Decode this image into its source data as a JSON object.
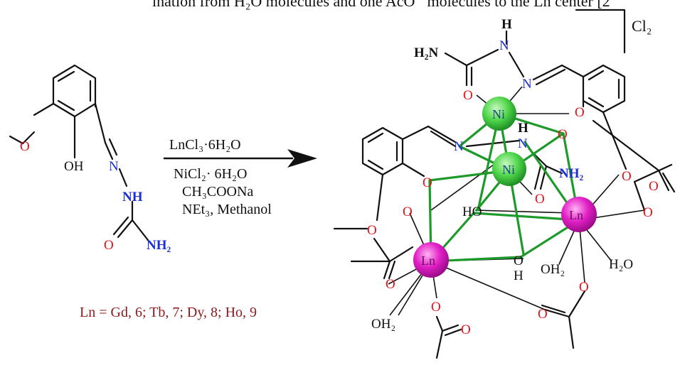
{
  "header_fragment": "ination from H₂O molecules and one AcO⁻ molecules to the Ln center [2",
  "reagents": {
    "line1": "LnCl₃·6H₂O",
    "line2": "NiCl₂· 6H₂O",
    "line3": "CH₃COONa",
    "line4": "NEt₃, Methanol"
  },
  "legend": "Ln = Gd, 6; Tb, 7; Dy, 8; Ho, 9",
  "counter_ion": "Cl₂",
  "ligand_labels": {
    "o_methoxy": "O",
    "oh": "OH",
    "n_imine": "N",
    "nh": "NH",
    "o_carbonyl": "O",
    "nh2": "NH₂"
  },
  "product_labels": {
    "nh2_top": "H₂N",
    "nh_top_n": "N",
    "nh_top_h": "H",
    "n_top": "N",
    "o_top_carbonyl": "O",
    "ni1": "Ni",
    "ni2": "Ni",
    "ln1": "Ln",
    "ln2": "Ln",
    "o_phenol_top": "O",
    "o_mu": "O",
    "n_mid1": "N",
    "n_mid2": "N",
    "h_mid": "H",
    "nh2_mid": "NH₂",
    "o_mid_carbonyl": "O",
    "o_phenol_left": "O",
    "o_left_ac": "O",
    "o_left_methoxy": "O",
    "ho_1": "HO",
    "oh_bottom_o": "O",
    "oh_bottom_h": "H",
    "o_right_methoxy": "O",
    "o_right_ac1": "O",
    "o_right_ac2": "O",
    "oh2_ln2": "OH₂",
    "h2o_ln2": "H₂O",
    "o_ac_bottom_left1": "O",
    "o_ac_bottom_left2": "O",
    "oh2_ln1": "OH₂",
    "o_ac_down1": "O",
    "o_ac_down2": "O",
    "o_bridge_ac1": "O",
    "o_bridge_ac2": "O"
  },
  "colors": {
    "oxygen": "#e0141b",
    "nitrogen": "#1b2fd1",
    "nickel": "#4fd64a",
    "lanthanide": "#e21fc7",
    "bond_metal": "#1e9a2a",
    "legend_text": "#8b1a1a"
  }
}
